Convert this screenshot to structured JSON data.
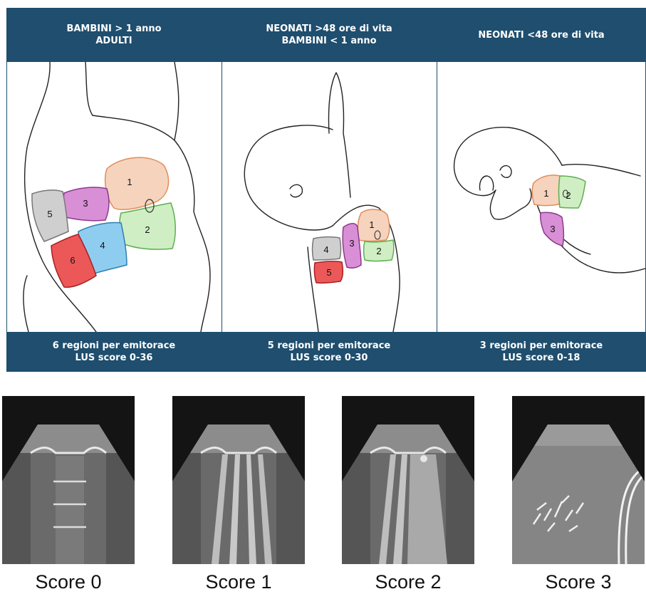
{
  "headers": [
    {
      "line1": "BAMBINI > 1 anno",
      "line2": "ADULTI"
    },
    {
      "line1": "NEONATI >48 ore di vita",
      "line2": "BAMBINI < 1 anno"
    },
    {
      "line1": "NEONATI <48 ore di vita",
      "line2": ""
    }
  ],
  "footers": [
    {
      "line1": "6 regioni per emitorace",
      "line2": "LUS score 0-36"
    },
    {
      "line1": "5 regioni per emitorace",
      "line2": "LUS score 0-30"
    },
    {
      "line1": "3 regioni per emitorace",
      "line2": "LUS score 0-18"
    }
  ],
  "panels": {
    "adult": {
      "regions": [
        "1",
        "2",
        "3",
        "4",
        "5",
        "6"
      ]
    },
    "infant": {
      "regions": [
        "1",
        "2",
        "3",
        "4",
        "5"
      ]
    },
    "neonate": {
      "regions": [
        "1",
        "2",
        "3"
      ]
    }
  },
  "region_colors": {
    "1": "#f6d3bd",
    "2": "#cfeec3",
    "3": "#d98fd6",
    "4": "#8fcdf0",
    "5": "#cfcfcf",
    "6": "#ec5858"
  },
  "scores": [
    {
      "label": "Score 0"
    },
    {
      "label": "Score 1"
    },
    {
      "label": "Score 2"
    },
    {
      "label": "Score 3"
    }
  ],
  "colors": {
    "header_bg": "#1f4e6e",
    "header_text": "#ffffff"
  }
}
